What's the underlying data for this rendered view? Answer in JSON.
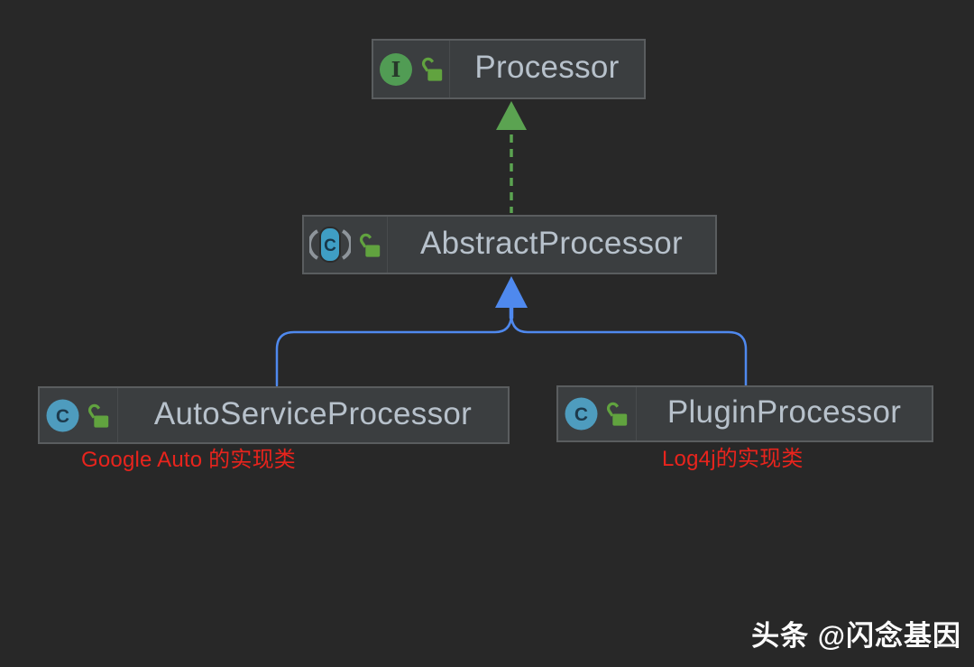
{
  "diagram": {
    "type": "uml-class-diagram",
    "nodes": [
      {
        "label": "Processor",
        "stereotype": "interface",
        "icons": [
          "interface-icon",
          "open-lock-icon"
        ]
      },
      {
        "label": "AbstractProcessor",
        "stereotype": "abstract-class",
        "icons": [
          "abstract-class-icon",
          "open-lock-icon"
        ]
      },
      {
        "label": "AutoServiceProcessor",
        "stereotype": "class",
        "icons": [
          "class-icon",
          "open-lock-icon"
        ]
      },
      {
        "label": "PluginProcessor",
        "stereotype": "class",
        "icons": [
          "class-icon",
          "open-lock-icon"
        ]
      }
    ],
    "edges": [
      {
        "from": "AbstractProcessor",
        "to": "Processor",
        "relation": "implements",
        "line": "dashed",
        "color": "#5ba351"
      },
      {
        "from": "AutoServiceProcessor",
        "to": "AbstractProcessor",
        "relation": "extends",
        "line": "solid",
        "color": "#4f89ee"
      },
      {
        "from": "PluginProcessor",
        "to": "AbstractProcessor",
        "relation": "extends",
        "line": "solid",
        "color": "#4f89ee"
      }
    ],
    "annotations": [
      {
        "text": "Google Auto 的实现类",
        "color": "#e8241d",
        "attached_to": "AutoServiceProcessor"
      },
      {
        "text": "Log4j的实现类",
        "color": "#e8241d",
        "attached_to": "PluginProcessor"
      }
    ]
  },
  "watermark": {
    "text": "头条 @闪念基因",
    "color": "#fbfbfb"
  },
  "colors": {
    "background": "#282828",
    "node_fill": "#3b3e40",
    "node_border": "#5a5d5f",
    "node_label": "#b7c1cb",
    "interface_icon_green": "#519c54",
    "class_icon_blue": "#4e9cbe",
    "abstract_icon_blue": "#3f9ec4",
    "paren_gray": "#8e959b",
    "lock_green": "#61a33f",
    "edge_green": "#5ba351",
    "edge_blue": "#4f89ee",
    "annotation_red": "#e8241d"
  }
}
